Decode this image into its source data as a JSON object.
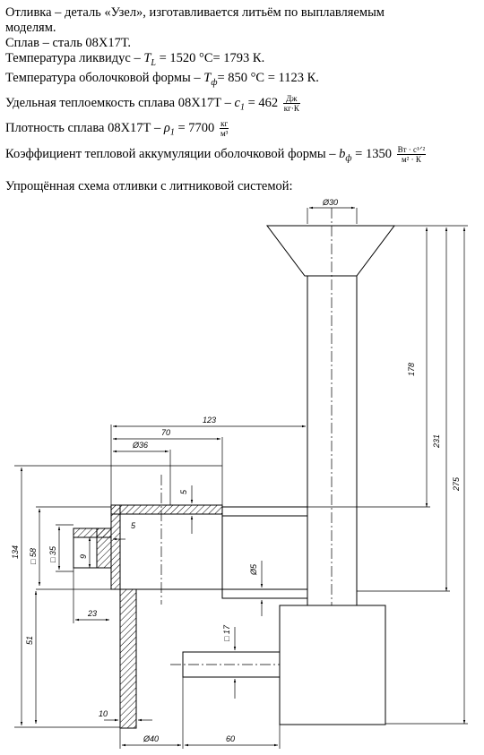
{
  "text": {
    "line1": "Отливка – деталь «Узел», изготавливается литьём по выплавляемым",
    "line2": "моделям.",
    "line3": "Сплав – сталь 08Х17Т.",
    "line4_a": "Температура ликвидус – ",
    "line4_b": "T",
    "line4_c": "L",
    "line4_d": " = 1520 °С= 1793 К.",
    "line5_a": "Температура оболочковой формы – ",
    "line5_b": "T",
    "line5_c": "ф",
    "line5_d": "= 850 °С = 1123 К.",
    "line6_a": "Удельная теплоемкость сплава 08Х17Т – ",
    "line6_b": "c",
    "line6_c": "1",
    "line6_d": " = 462 ",
    "line6_num": "Дж",
    "line6_den": "кг·К",
    "line7_a": "Плотность сплава 08Х17Т – ",
    "line7_b": "ρ",
    "line7_c": "1",
    "line7_d": " = 7700 ",
    "line7_num": "кг",
    "line7_den": "м³",
    "line8_a": "Коэффициент тепловой аккумуляции оболочковой формы – ",
    "line8_b": "b",
    "line8_c": "ф",
    "line8_d": " = 1350 ",
    "line8_num": "Вт · с¹ᐟ²",
    "line8_den": "м² · К",
    "line9": "Упрощённая схема отливки с литниковой системой:"
  },
  "dimensions": {
    "d30": "Ø30",
    "d178": "178",
    "d231": "231",
    "d275": "275",
    "d123": "123",
    "d70": "70",
    "d36": "Ø36",
    "d5a": "5",
    "d5b": "5",
    "d134": "134",
    "d58": "□ 58",
    "d35": "□ 35",
    "d9": "9",
    "d23": "23",
    "d51": "51",
    "d45": "Ø5",
    "d17": "□ 17",
    "d10": "10",
    "d40": "Ø40",
    "d60": "60"
  }
}
